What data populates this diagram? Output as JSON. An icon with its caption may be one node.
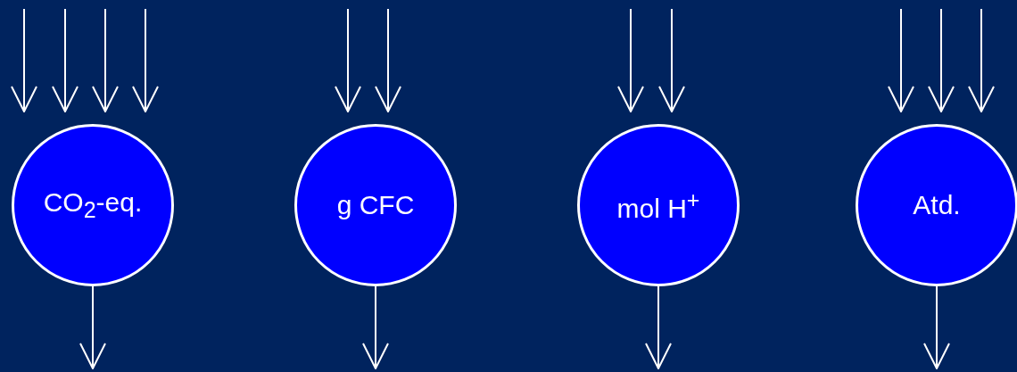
{
  "diagram": {
    "nodes": [
      {
        "text": [
          "CO$_{2}$-eq."
        ]
      },
      {
        "text": [
          "g CFC"
        ]
      },
      {
        "text": [
          "mol H$^{+}$"
        ]
      },
      {
        "text": [
          "Atd."
        ]
      }
    ],
    "edges": [
      {
        "from": null,
        "to": 0,
        "arrow": "to"
      },
      {
        "from": null,
        "to": 0,
        "arrow": "to"
      },
      {
        "from": null,
        "to": 0,
        "arrow": "to"
      },
      {
        "from": null,
        "to": 0,
        "arrow": "to"
      },
      {
        "from": 0,
        "to": null,
        "arrow": "to"
      },
      {
        "from": null,
        "to": 1,
        "arrow": "to"
      },
      {
        "from": null,
        "to": 1,
        "arrow": "to"
      },
      {
        "from": 1,
        "to": null,
        "arrow": "to"
      },
      {
        "from": null,
        "to": 2,
        "arrow": "to"
      },
      {
        "from": null,
        "to": 2,
        "arrow": "to"
      },
      {
        "from": 2,
        "to": null,
        "arrow": "to"
      },
      {
        "from": null,
        "to": 3,
        "arrow": "to"
      },
      {
        "from": null,
        "to": 3,
        "arrow": "to"
      },
      {
        "from": null,
        "to": 3,
        "arrow": "to"
      },
      {
        "from": 3,
        "to": null,
        "arrow": "to"
      }
    ]
  }
}
